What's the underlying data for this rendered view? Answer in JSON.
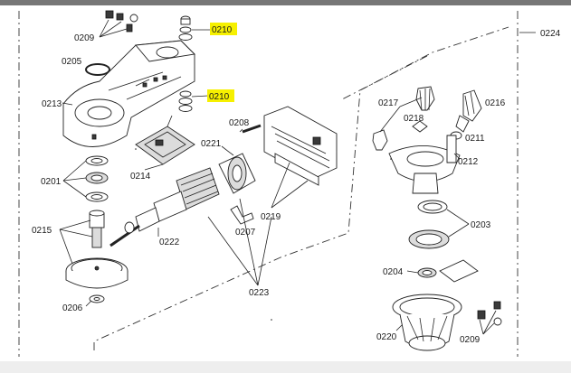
{
  "labels": {
    "l0224": "0224",
    "l0209a": "0209",
    "l0210a": "0210",
    "l0205": "0205",
    "l0210b": "0210",
    "l0213": "0213",
    "l0208": "0208",
    "l0221": "0221",
    "l0214": "0214",
    "l0201": "0201",
    "l0215": "0215",
    "l0222": "0222",
    "l0207": "0207",
    "l0219": "0219",
    "l0223": "0223",
    "l0206": "0206",
    "l0217": "0217",
    "l0218": "0218",
    "l0216": "0216",
    "l0211": "0211",
    "l0212": "0212",
    "l0203": "0203",
    "l0204": "0204",
    "l0220": "0220",
    "l0209b": "0209"
  },
  "highlight_color": "#f6f000"
}
